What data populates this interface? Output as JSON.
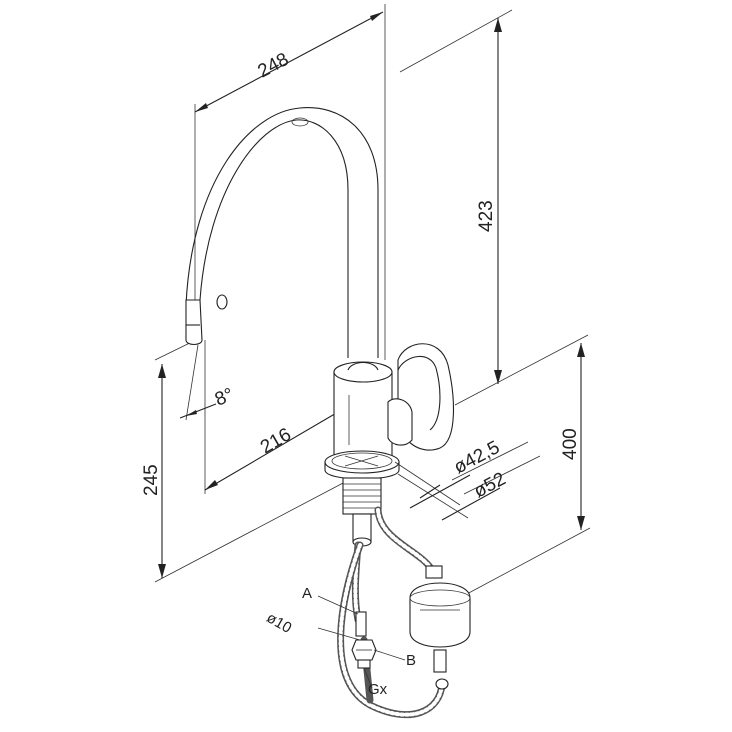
{
  "dimensions": {
    "width_top": "248",
    "height_total": "423",
    "height_right": "400",
    "height_left": "245",
    "reach": "216",
    "angle": "8°",
    "diam_inner": "ø42,5",
    "diam_outer": "ø52",
    "hose_diam": "ø10"
  },
  "labels": {
    "a": "A",
    "b": "B",
    "thread": "Gx"
  }
}
